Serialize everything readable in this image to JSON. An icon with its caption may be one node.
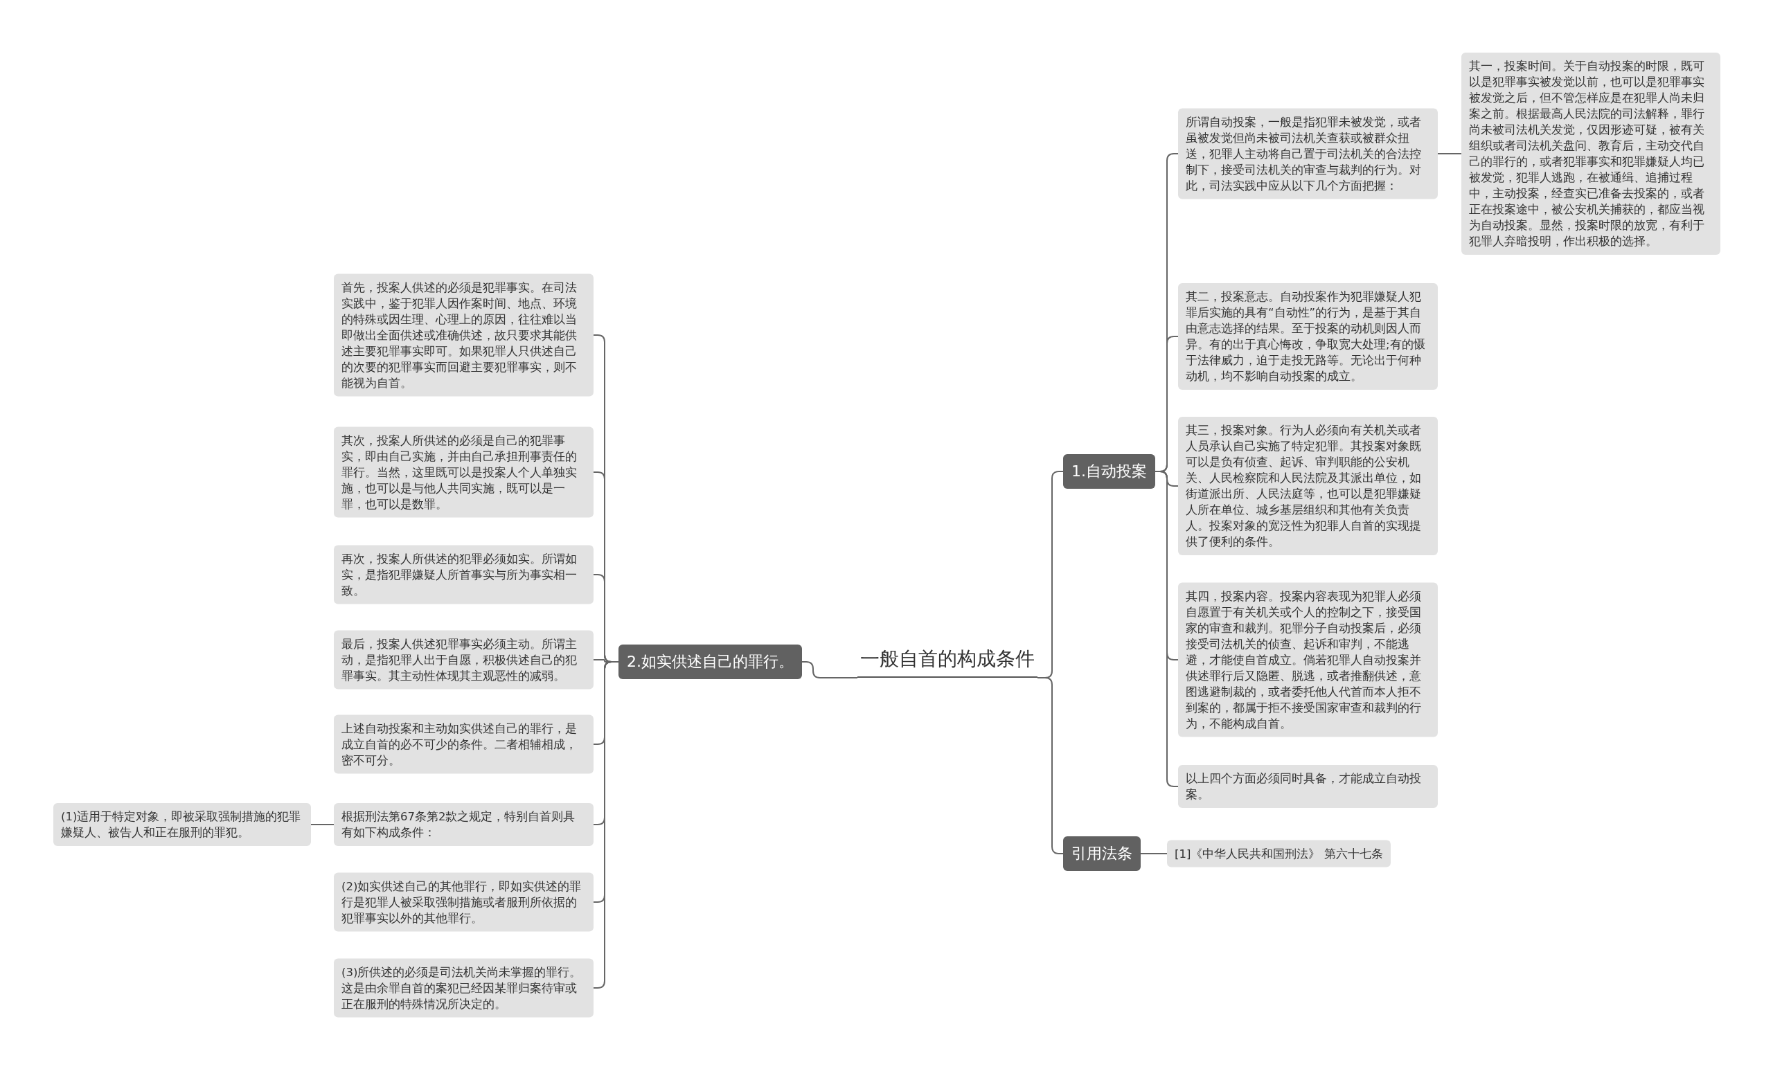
{
  "diagram": {
    "nodes": [
      {
        "text": [
          "一般自首的构成条件"
        ]
      },
      {
        "text": [
          "1.自动投案"
        ]
      },
      {
        "text": [
          "引用法条"
        ]
      },
      {
        "text": [
          "2.如实供述自己的罪行。"
        ]
      },
      {
        "text": [
          "所谓自动投案，一般是指犯罪未被发觉，或者虽被发觉但尚未被司法机关查获或被群众扭送，犯罪人主动将自己置于司法机关的合法控制下，接受司法机关的审查与裁判的行为。对此，司法实践中应从以下几个方面把握："
        ]
      },
      {
        "text": [
          "其一，投案时间。关于自动投案的时限，既可以是犯罪事实被发觉以前，也可以是犯罪事实被发觉之后，但不管怎样应是在犯罪人尚未归案之前。根据最高人民法院的司法解释，罪行尚未被司法机关发觉，仅因形迹可疑，被有关组织或者司法机关盘问、教育后，主动交代自己的罪行的，或者犯罪事实和犯罪嫌疑人均已被发觉，犯罪人逃跑，在被通缉、追捕过程中，主动投案，经查实已准备去投案的，或者正在投案途中，被公安机关捕获的，都应当视为自动投案。显然，投案时限的放宽，有利于犯罪人弃暗投明，作出积极的选择。"
        ]
      },
      {
        "text": [
          "其二，投案意志。自动投案作为犯罪嫌疑人犯罪后实施的具有“自动性”的行为，是基于其自由意志选择的结果。至于投案的动机则因人而异。有的出于真心悔改，争取宽大处理;有的慑于法律威力，迫于走投无路等。无论出于何种动机，均不影响自动投案的成立。"
        ]
      },
      {
        "text": [
          "其三，投案对象。行为人必须向有关机关或者人员承认自己实施了特定犯罪。其投案对象既可以是负有侦查、起诉、审判职能的公安机关、人民检察院和人民法院及其派出单位，如街道派出所、人民法庭等，也可以是犯罪嫌疑人所在单位、城乡基层组织和其他有关负责人。投案对象的宽泛性为犯罪人自首的实现提供了便利的条件。"
        ]
      },
      {
        "text": [
          "其四，投案内容。投案内容表现为犯罪人必须自愿置于有关机关或个人的控制之下，接受国家的审查和裁判。犯罪分子自动投案后，必须接受司法机关的侦查、起诉和审判，不能逃避，才能使自首成立。倘若犯罪人自动投案并供述罪行后又隐匿、脱逃，或者推翻供述，意图逃避制裁的，或者委托他人代首而本人拒不到案的，都属于拒不接受国家审查和裁判的行为，不能构成自首。"
        ]
      },
      {
        "text": [
          "以上四个方面必须同时具备，才能成立自动投案。"
        ]
      },
      {
        "text": [
          "[1]《中华人民共和国刑法》 第六十七条"
        ]
      },
      {
        "text": [
          "首先，投案人供述的必须是犯罪事实。在司法实践中，鉴于犯罪人因作案时间、地点、环境的特殊或因生理、心理上的原因，往往难以当即做出全面供述或准确供述，故只要求其能供述主要犯罪事实即可。如果犯罪人只供述自己的次要的犯罪事实而回避主要犯罪事实，则不能视为自首。"
        ]
      },
      {
        "text": [
          "其次，投案人所供述的必须是自己的犯罪事实，即由自己实施，并由自己承担刑事责任的罪行。当然，这里既可以是投案人个人单独实施，也可以是与他人共同实施，既可以是一罪，也可以是数罪。"
        ]
      },
      {
        "text": [
          "再次，投案人所供述的犯罪必须如实。所谓如实，是指犯罪嫌疑人所首事实与所为事实相一致。"
        ]
      },
      {
        "text": [
          "最后，投案人供述犯罪事实必须主动。所谓主动，是指犯罪人出于自愿，积极供述自己的犯罪事实。其主动性体现其主观恶性的减弱。"
        ]
      },
      {
        "text": [
          "上述自动投案和主动如实供述自己的罪行，是成立自首的必不可少的条件。二者相辅相成，密不可分。"
        ]
      },
      {
        "text": [
          "根据刑法第67条第2款之规定，特别自首则具有如下构成条件："
        ]
      },
      {
        "text": [
          "(1)适用于特定对象，即被采取强制措施的犯罪嫌疑人、被告人和正在服刑的罪犯。"
        ]
      },
      {
        "text": [
          "(2)如实供述自己的其他罪行，即如实供述的罪行是犯罪人被采取强制措施或者服刑所依据的犯罪事实以外的其他罪行。"
        ]
      },
      {
        "text": [
          "(3)所供述的必须是司法机关尚未掌握的罪行。这是由余罪自首的案犯已经因某罪归案待审或正在服刑的特殊情况所决定的。"
        ]
      }
    ],
    "edges": [
      {
        "from": 0,
        "to": 1,
        "arrow": "none"
      },
      {
        "from": 0,
        "to": 2,
        "arrow": "none"
      },
      {
        "from": 0,
        "to": 3,
        "arrow": "none"
      },
      {
        "from": 1,
        "to": 4,
        "arrow": "none"
      },
      {
        "from": 4,
        "to": 5,
        "arrow": "none"
      },
      {
        "from": 1,
        "to": 6,
        "arrow": "none"
      },
      {
        "from": 1,
        "to": 7,
        "arrow": "none"
      },
      {
        "from": 1,
        "to": 8,
        "arrow": "none"
      },
      {
        "from": 1,
        "to": 9,
        "arrow": "none"
      },
      {
        "from": 2,
        "to": 10,
        "arrow": "none"
      },
      {
        "from": 3,
        "to": 11,
        "arrow": "none"
      },
      {
        "from": 3,
        "to": 12,
        "arrow": "none"
      },
      {
        "from": 3,
        "to": 13,
        "arrow": "none"
      },
      {
        "from": 3,
        "to": 14,
        "arrow": "none"
      },
      {
        "from": 3,
        "to": 15,
        "arrow": "none"
      },
      {
        "from": 3,
        "to": 16,
        "arrow": "none"
      },
      {
        "from": 16,
        "to": 17,
        "arrow": "none"
      },
      {
        "from": 3,
        "to": 18,
        "arrow": "none"
      },
      {
        "from": 3,
        "to": 19,
        "arrow": "none"
      }
    ]
  }
}
